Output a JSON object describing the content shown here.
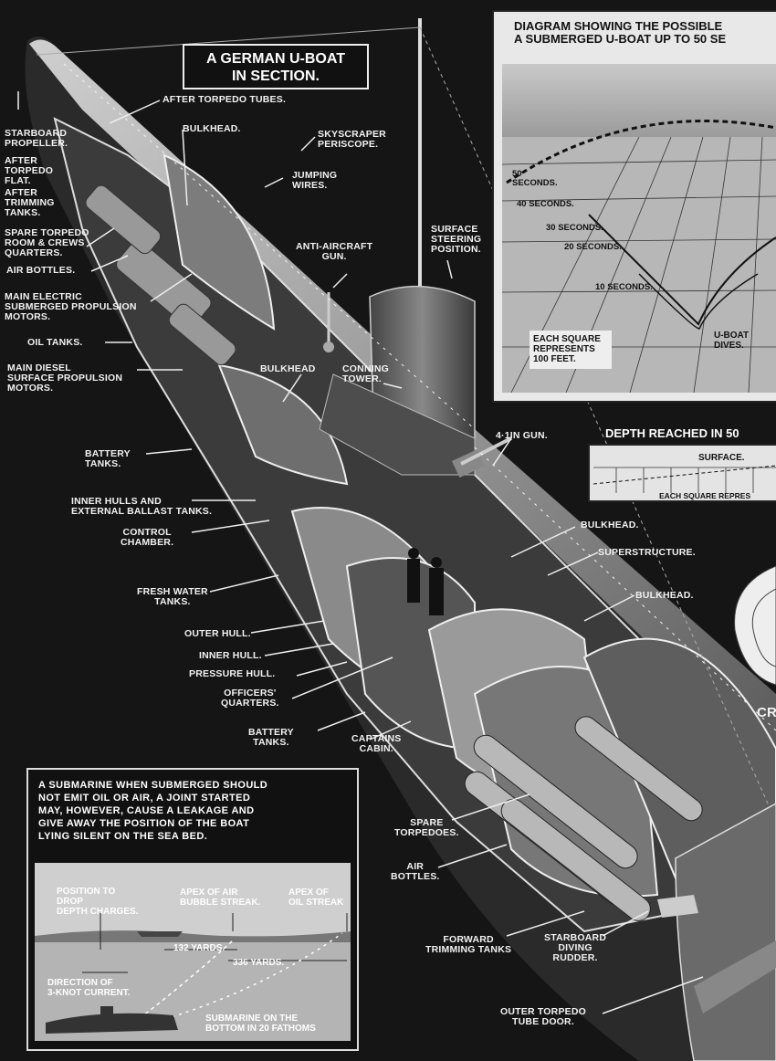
{
  "title": "A GERMAN U-BOAT\nIN SECTION.",
  "labels": {
    "after_torpedo_tubes": "AFTER TORPEDO TUBES.",
    "starboard_propeller": "STARBOARD\nPROPELLER.",
    "after_torpedo_flat": "AFTER\nTORPEDO\nFLAT.",
    "after_trimming_tanks": "AFTER\nTRIMMING\nTANKS.",
    "bulkhead_top": "BULKHEAD.",
    "skyscraper_periscope": "SKYSCRAPER\nPERISCOPE.",
    "jumping_wires": "JUMPING\nWIRES.",
    "spare_torpedo_room": "SPARE TORPEDO\nROOM & CREWS\nQUARTERS.",
    "air_bottles_top": "AIR BOTTLES.",
    "surface_steering": "SURFACE\nSTEERING\nPOSITION.",
    "anti_aircraft_gun": "ANTI-AIRCRAFT\nGUN.",
    "main_electric": "MAIN ELECTRIC\nSUBMERGED PROPULSION\nMOTORS.",
    "oil_tanks": "OIL TANKS.",
    "main_diesel": "MAIN DIESEL\nSURFACE PROPULSION\nMOTORS.",
    "bulkhead_mid": "BULKHEAD",
    "conning_tower": "CONNING\nTOWER.",
    "battery_tanks_top": "BATTERY\nTANKS.",
    "gun_41": "4·1IN GUN.",
    "inner_hulls": "INNER HULLS AND\nEXTERNAL BALLAST TANKS.",
    "control_chamber": "CONTROL\nCHAMBER.",
    "bulkhead_right1": "BULKHEAD.",
    "superstructure": "SUPERSTRUCTURE.",
    "fresh_water": "FRESH WATER\nTANKS.",
    "bulkhead_right2": "BULKHEAD.",
    "outer_hull": "OUTER HULL.",
    "inner_hull": "INNER HULL.",
    "pressure_hull": "PRESSURE HULL.",
    "officers_quarters": "OFFICERS'\nQUARTERS.",
    "battery_tanks_low": "BATTERY\nTANKS.",
    "captains_cabin": "CAPTAINS\nCABIN.",
    "spare_torpedoes": "SPARE\nTORPEDOES.",
    "air_bottles_low": "AIR\nBOTTLES.",
    "forward_trimming": "FORWARD\nTRIMMING TANKS",
    "starboard_diving": "STARBOARD\nDIVING\nRUDDER.",
    "outer_torpedo_door": "OUTER TORPEDO\nTUBE DOOR.",
    "cr_fragment": "CR"
  },
  "dive_inset": {
    "title": "DIAGRAM SHOWING THE POSSIBLE\nA SUBMERGED U-BOAT UP TO 50 SE",
    "rings": [
      "50\nSECONDS.",
      "40 SECONDS.",
      "30 SECONDS.",
      "20 SECONDS.",
      "10 SECONDS."
    ],
    "scale_note": "EACH SQUARE\nREPRESENTS\n100 FEET.",
    "uboat_dives": "U-BOAT\nDIVES."
  },
  "depth_inset": {
    "title": "DEPTH REACHED IN 50",
    "surface": "SURFACE.",
    "scale_note": "EACH SQUARE REPRES"
  },
  "oil_inset": {
    "caption": "A SUBMARINE WHEN SUBMERGED SHOULD\nNOT EMIT OIL OR AIR, A JOINT STARTED\nMAY, HOWEVER, CAUSE A LEAKAGE AND\nGIVE AWAY THE POSITION OF THE BOAT\nLYING SILENT ON THE SEA BED.",
    "position_to_drop": "POSITION TO\nDROP\nDEPTH CHARGES.",
    "apex_air": "APEX OF AIR\nBUBBLE STREAK.",
    "apex_oil": "APEX OF\nOIL STREAK",
    "dist_132": "132 YARDS.",
    "dist_336": "336 YARDS.",
    "current": "DIRECTION OF\n3-KNOT CURRENT.",
    "sub_bottom": "SUBMARINE ON THE\nBOTTOM IN 20 FATHOMS"
  }
}
